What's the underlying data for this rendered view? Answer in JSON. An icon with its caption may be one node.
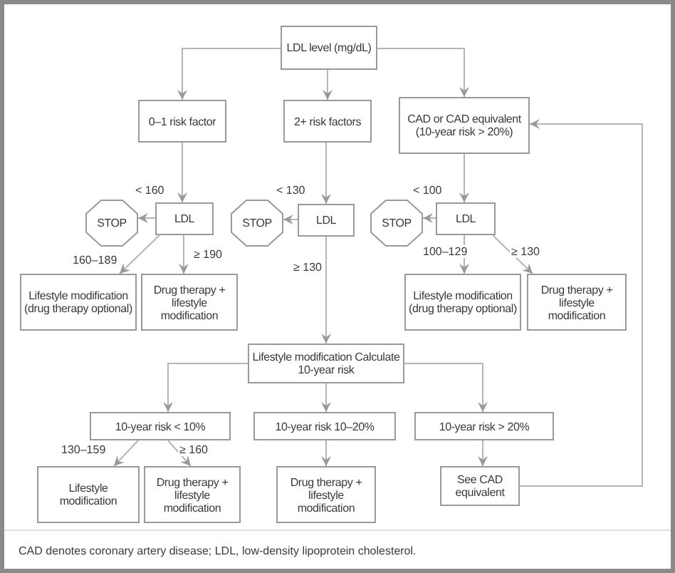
{
  "diagram": {
    "caption": "CAD denotes coronary artery disease; LDL, low-density lipoprotein cholesterol.",
    "nodes": [
      {
        "text": [
          "LDL level (mg/dL)"
        ]
      },
      {
        "text": [
          "0–1 risk factor"
        ]
      },
      {
        "text": [
          "2+ risk factors"
        ]
      },
      {
        "text": [
          "CAD or CAD equivalent (10-year risk > 20%)"
        ]
      },
      {
        "text": [
          "STOP"
        ]
      },
      {
        "text": [
          "LDL"
        ]
      },
      {
        "text": [
          "STOP"
        ]
      },
      {
        "text": [
          "LDL"
        ]
      },
      {
        "text": [
          "STOP"
        ]
      },
      {
        "text": [
          "LDL"
        ]
      },
      {
        "text": [
          "Lifestyle modification (drug therapy optional)"
        ]
      },
      {
        "text": [
          "Drug therapy + lifestyle modification"
        ]
      },
      {
        "text": [
          "Lifestyle modification (drug therapy optional)"
        ]
      },
      {
        "text": [
          "Drug therapy + lifestyle modification"
        ]
      },
      {
        "text": [
          "Lifestyle modification Calculate 10-year risk"
        ]
      },
      {
        "text": [
          "10-year risk < 10%"
        ]
      },
      {
        "text": [
          "10-year risk 10–20%"
        ]
      },
      {
        "text": [
          "10-year risk > 20%"
        ]
      },
      {
        "text": [
          "Lifestyle modification"
        ]
      },
      {
        "text": [
          "Drug therapy + lifestyle modification"
        ]
      },
      {
        "text": [
          "Drug therapy + lifestyle modification"
        ]
      },
      {
        "text": [
          "See CAD equivalent"
        ]
      }
    ],
    "edges": [
      {
        "from": 0,
        "to": 1,
        "arrow": "to"
      },
      {
        "from": 0,
        "to": 2,
        "arrow": "to"
      },
      {
        "from": 0,
        "to": 3,
        "arrow": "to"
      },
      {
        "from": 1,
        "to": 5,
        "arrow": "to"
      },
      {
        "from": 2,
        "to": 7,
        "arrow": "to"
      },
      {
        "from": 3,
        "to": 9,
        "arrow": "to"
      },
      {
        "from": 5,
        "to": 4,
        "arrow": "to",
        "label": "< 160"
      },
      {
        "from": 7,
        "to": 6,
        "arrow": "to",
        "label": "< 130"
      },
      {
        "from": 9,
        "to": 8,
        "arrow": "to",
        "label": "< 100"
      },
      {
        "from": 5,
        "to": 10,
        "arrow": "to",
        "label": "160–189"
      },
      {
        "from": 5,
        "to": 11,
        "arrow": "to",
        "label": "≥ 190"
      },
      {
        "from": 7,
        "to": 14,
        "arrow": "to",
        "label": "≥ 130"
      },
      {
        "from": 9,
        "to": 12,
        "arrow": "to",
        "label": "100–129"
      },
      {
        "from": 9,
        "to": 13,
        "arrow": "to",
        "label": "≥ 130"
      },
      {
        "from": 14,
        "to": 15,
        "arrow": "to"
      },
      {
        "from": 14,
        "to": 16,
        "arrow": "to"
      },
      {
        "from": 14,
        "to": 17,
        "arrow": "to"
      },
      {
        "from": 15,
        "to": 18,
        "arrow": "to",
        "label": "130–159"
      },
      {
        "from": 15,
        "to": 19,
        "arrow": "to",
        "label": "≥ 160"
      },
      {
        "from": 16,
        "to": 20,
        "arrow": "to"
      },
      {
        "from": 17,
        "to": 21,
        "arrow": "to"
      },
      {
        "from": 21,
        "to": 3,
        "arrow": "to"
      }
    ]
  }
}
